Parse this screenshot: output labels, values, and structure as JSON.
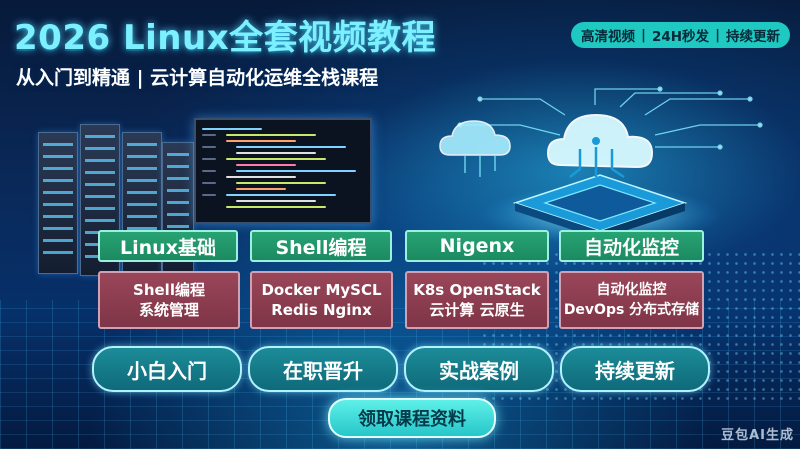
{
  "header": {
    "title": "2026 Linux全套视频教程",
    "subtitle": "从入门到精通 | 云计算自动化运维全栈课程",
    "features": [
      "高清视频",
      "24H秒发",
      "持续更新"
    ],
    "separator": "|"
  },
  "topics": [
    {
      "label": "Linux基础",
      "line1": "Shell编程",
      "line2": "系统管理"
    },
    {
      "label": "Shell编程",
      "line1": "Docker MySCL",
      "line2": "Redis Nginx"
    },
    {
      "label": "Nigenx",
      "line1": "K8s OpenStack",
      "line2": "云计算 云原生"
    },
    {
      "label": "自动化监控",
      "line1": "自动化监控",
      "line2": "DevOps 分布式存储"
    }
  ],
  "audience": [
    "小白入门",
    "在职晋升",
    "实战案例",
    "持续更新"
  ],
  "cta_label": "领取课程资料",
  "watermark": "豆包AI生成",
  "icons": [
    "server-rack-icon",
    "code-monitor-icon",
    "cloud-icon",
    "chip-icon"
  ],
  "colors": {
    "title": "#7df0ff",
    "feature_pill": "#1fc8c0",
    "topic_green": "#1c8a61",
    "topic_red": "#7e3547",
    "audience_pill": "#0f6a7a",
    "cta": "#26c6c9"
  }
}
